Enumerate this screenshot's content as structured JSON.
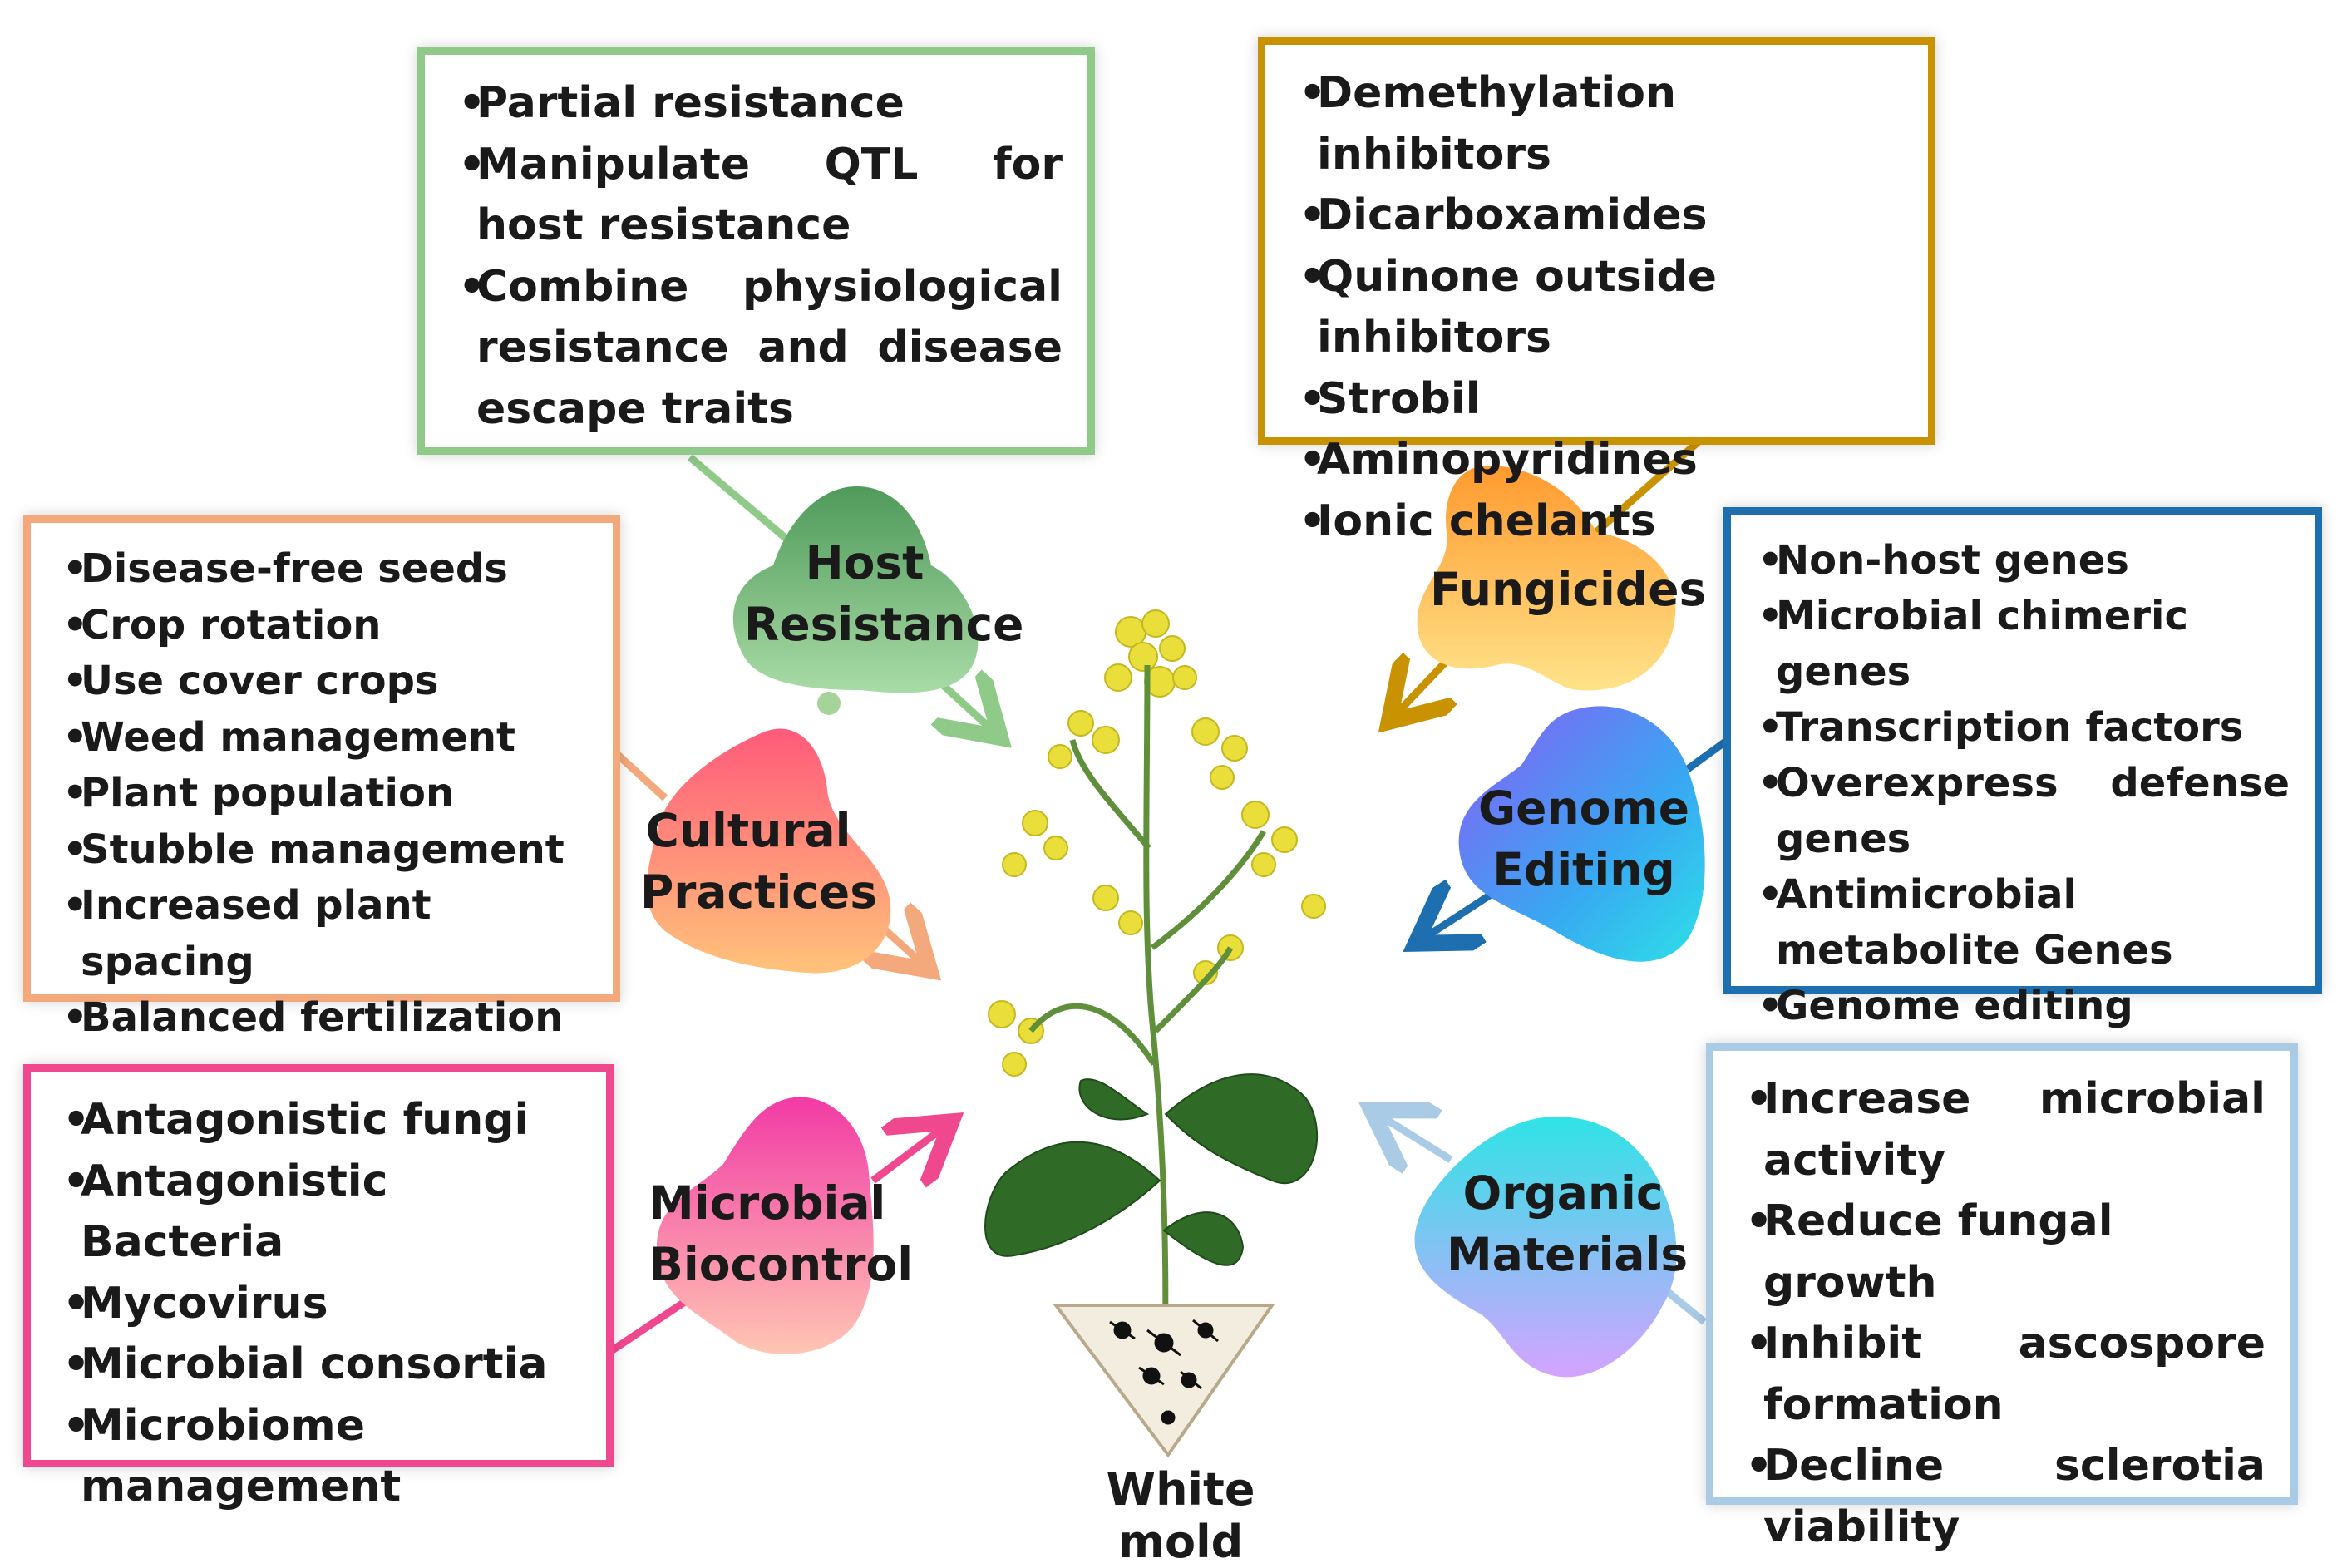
{
  "center": {
    "label": "White mold"
  },
  "colors": {
    "host": "#8fca88",
    "fungicides": "#c99200",
    "genome": "#1d6fb0",
    "cultural": "#f3a97c",
    "microbial": "#f0488f",
    "organic": "#a9cbe6"
  },
  "hubs": {
    "host": {
      "line1": "Host",
      "line2": "Resistance"
    },
    "fungicides": {
      "line1": "Fungicides"
    },
    "genome": {
      "line1": "Genome",
      "line2": "Editing"
    },
    "cultural": {
      "line1": "Cultural",
      "line2": "Practices"
    },
    "microbial": {
      "line1": "Microbial",
      "line2": "Biocontrol"
    },
    "organic": {
      "line1": "Organic",
      "line2": "Materials"
    }
  },
  "boxes": {
    "host": [
      "Partial resistance",
      "Manipulate QTL for host resistance",
      "Combine physiological resistance and disease escape traits"
    ],
    "fungicides": [
      "Demethylation inhibitors",
      "Dicarboxamides",
      "Quinone outside inhibitors",
      "Strobil",
      "Aminopyridines",
      "Ionic chelants"
    ],
    "genome": [
      "Non-host genes",
      "Microbial chimeric genes",
      "Transcription factors",
      "Overexpress defense genes",
      "Antimicrobial metabolite Genes",
      "Genome editing"
    ],
    "cultural": [
      "Disease-free seeds",
      "Crop rotation",
      "Use cover crops",
      "Weed management",
      "Plant population",
      "Stubble management",
      "Increased plant spacing",
      "Balanced fertilization"
    ],
    "microbial": [
      "Antagonistic fungi",
      "Antagonistic Bacteria",
      "Mycovirus",
      "Microbial consortia",
      "Microbiome management"
    ],
    "organic": [
      "Increase microbial activity",
      "Reduce fungal growth",
      "Inhibit ascospore formation",
      "Decline sclerotia viability"
    ]
  }
}
